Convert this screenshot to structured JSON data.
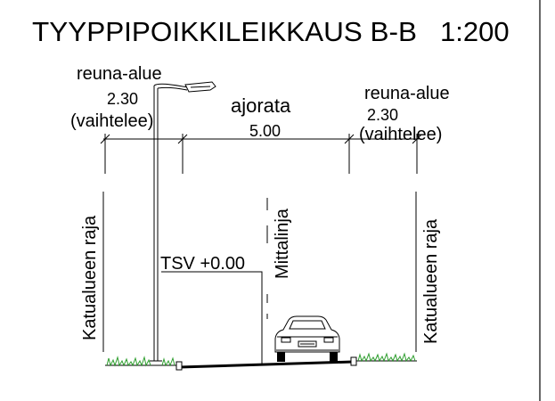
{
  "title": "TYYPPIPOIKKILEIKKAUS B-B",
  "scale": "1:200",
  "left_edge": {
    "label": "reuna-alue",
    "width": "2.30",
    "note": "(vaihtelee)"
  },
  "roadway": {
    "label": "ajorata",
    "width": "5.00"
  },
  "right_edge": {
    "label": "reuna-alue",
    "width": "2.30",
    "note": "(vaihtelee)"
  },
  "left_boundary_label": "Katualueen raja",
  "right_boundary_label": "Katualueen raja",
  "centerline_label": "Mittalinja",
  "level_label": "TSV +0.00",
  "colors": {
    "line": "#000000",
    "grass": "#2e9e2e",
    "background": "#ffffff"
  }
}
